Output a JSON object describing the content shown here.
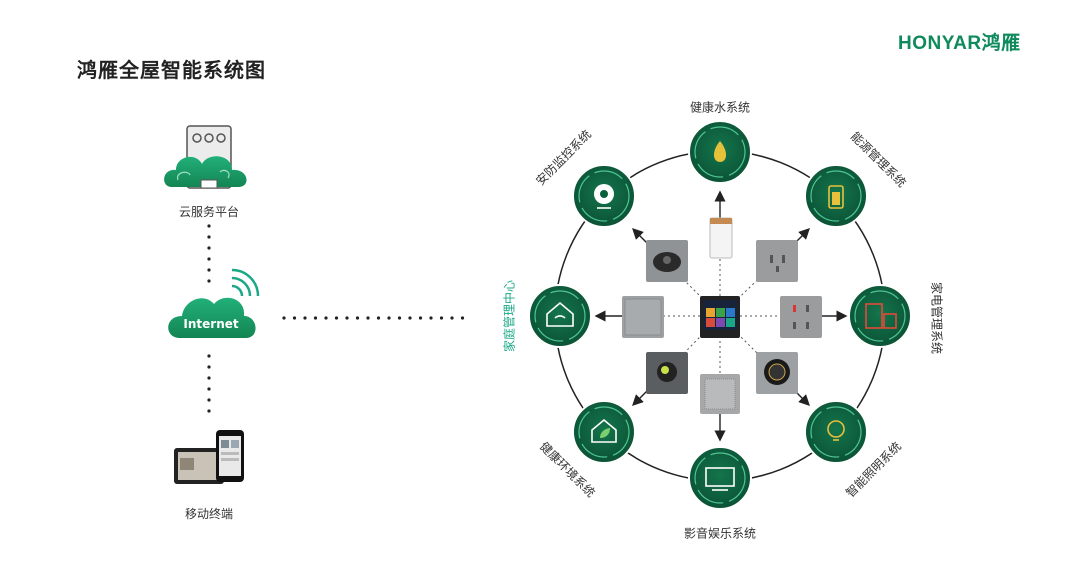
{
  "title": "鸿雁全屋智能系统图",
  "brand": {
    "name": "HONYAR",
    "cn": "鸿雁"
  },
  "left": {
    "cloud_label": "云服务平台",
    "internet_label": "Internet",
    "mobile_label": "移动终端"
  },
  "systems": {
    "water": "健康水系统",
    "energy": "能源管理系统",
    "appliance": "家电管理系统",
    "lighting": "智能照明系统",
    "entertainment": "影音娱乐系统",
    "environment": "健康环境系统",
    "home_center": "家庭管理中心",
    "security": "安防监控系统"
  },
  "colors": {
    "brand_green": "#0e8a5c",
    "circle_dark": "#0b5e3c",
    "circle_ring": "#1a9a68",
    "accent_cyan": "#1aa886",
    "icon_yellow": "#e8c13a"
  }
}
